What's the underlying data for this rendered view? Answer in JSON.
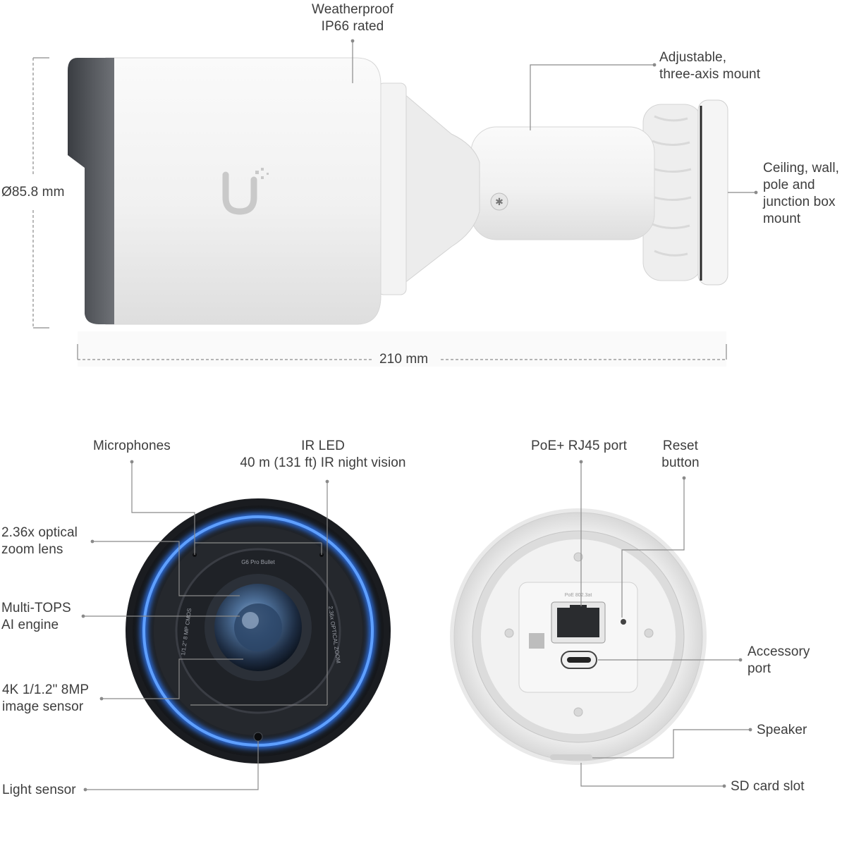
{
  "side_view": {
    "callouts": {
      "weatherproof": "Weatherproof\nIP66 rated",
      "mount": "Adjustable,\nthree-axis mount",
      "ceiling": "Ceiling, wall,\npole and\njunction box\nmount"
    },
    "dimensions": {
      "diameter": "Ø85.8 mm",
      "length": "210 mm"
    }
  },
  "front_view": {
    "callouts": {
      "microphones": "Microphones",
      "ir_led": "IR LED\n40 m (131 ft) IR night vision",
      "zoom_lens": "2.36x optical\nzoom lens",
      "ai_engine": "Multi-TOPS\nAI engine",
      "sensor": "4K 1/1.2\" 8MP\nimage sensor",
      "light_sensor": "Light sensor"
    },
    "lens_markings": {
      "model": "G6 Pro Bullet",
      "zoom": "2.36x OPTICAL ZOOM",
      "cmos": "1/1.2\" 8 MP CMOS"
    }
  },
  "back_view": {
    "callouts": {
      "poe": "PoE+ RJ45 port",
      "reset": "Reset\nbutton",
      "accessory": "Accessory\nport",
      "speaker": "Speaker",
      "sd": "SD card slot"
    },
    "panel_marking": "PoE 802.3at"
  },
  "colors": {
    "ir_ring": "#2f7bff",
    "camera_body": "#f4f4f4",
    "bezel_dark": "#2b2e33",
    "leader_line": "#8a8a8a"
  }
}
